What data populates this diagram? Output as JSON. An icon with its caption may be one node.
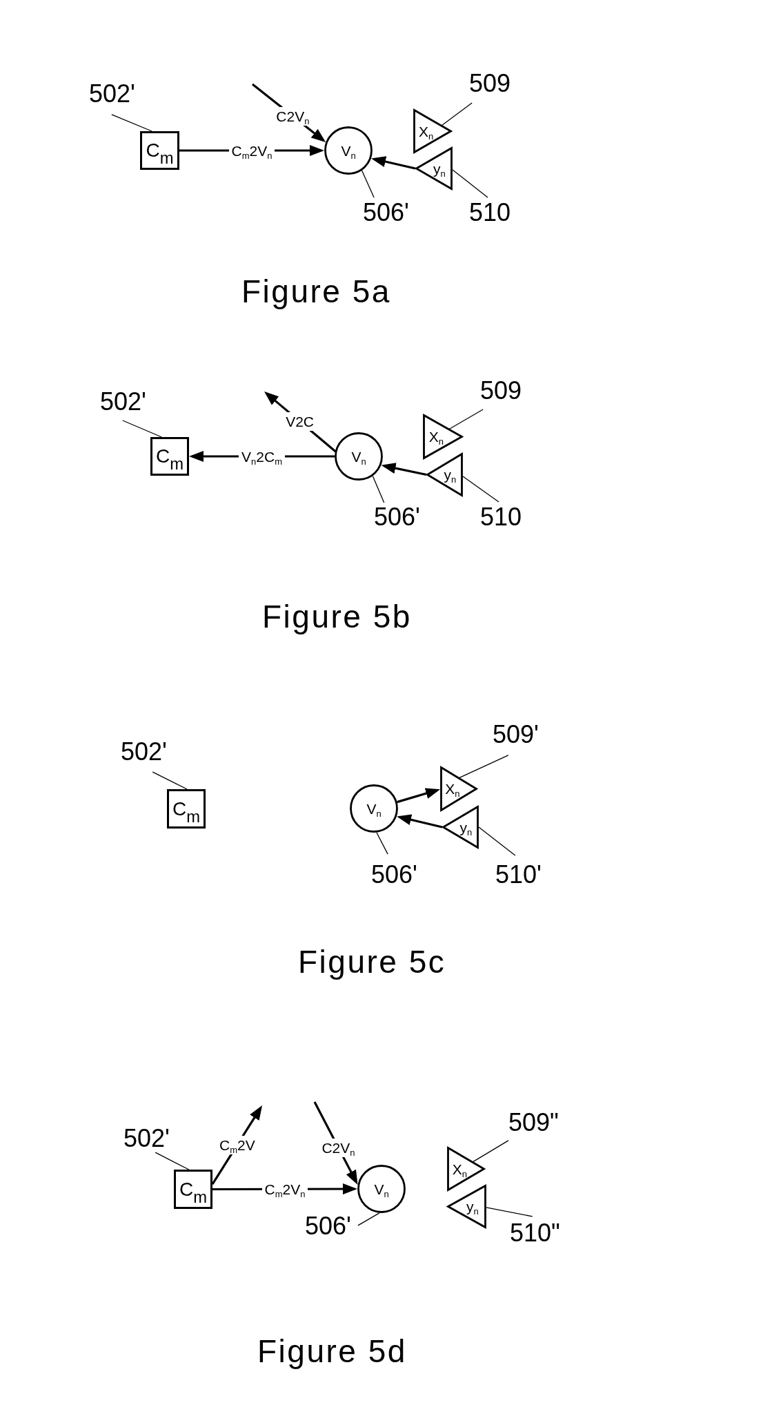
{
  "diagram": {
    "nodes": [
      {
        "text": [
          "502'"
        ]
      },
      {
        "text": [
          "C$_{m}$"
        ]
      },
      {
        "text": [
          "V$_{n}$"
        ]
      },
      {
        "text": [
          "509"
        ]
      },
      {
        "text": [
          "X$_{n}$"
        ]
      },
      {
        "text": [
          "y$_{n}$"
        ]
      },
      {
        "text": [
          "506'"
        ]
      },
      {
        "text": [
          "510"
        ]
      },
      {
        "text": [
          "502'"
        ]
      },
      {
        "text": [
          "C$_{m}$"
        ]
      },
      {
        "text": [
          "V$_{n}$"
        ]
      },
      {
        "text": [
          "509"
        ]
      },
      {
        "text": [
          "X$_{n}$"
        ]
      },
      {
        "text": [
          "y$_{n}$"
        ]
      },
      {
        "text": [
          "506'"
        ]
      },
      {
        "text": [
          "510"
        ]
      },
      {
        "text": [
          "502'"
        ]
      },
      {
        "text": [
          "C$_{m}$"
        ]
      },
      {
        "text": [
          "V$_{n}$"
        ]
      },
      {
        "text": [
          "509'"
        ]
      },
      {
        "text": [
          "X$_{n}$"
        ]
      },
      {
        "text": [
          "y$_{n}$"
        ]
      },
      {
        "text": [
          "506'"
        ]
      },
      {
        "text": [
          "510'"
        ]
      },
      {
        "text": [
          "502'"
        ]
      },
      {
        "text": [
          "C$_{m}$"
        ]
      },
      {
        "text": [
          "V$_{n}$"
        ]
      },
      {
        "text": [
          "509\""
        ]
      },
      {
        "text": [
          "X$_{n}$"
        ]
      },
      {
        "text": [
          "y$_{n}$"
        ]
      },
      {
        "text": [
          "506'"
        ]
      },
      {
        "text": [
          "510\""
        ]
      }
    ],
    "edges": [
      {
        "from": 0,
        "to": 1,
        "arrow": "none"
      },
      {
        "from": 1,
        "to": 2,
        "arrow": "to",
        "label": "C$_{m}$2V$_{n}$"
      },
      {
        "from": null,
        "to": 2,
        "arrow": "to",
        "label": "C2V$_{n}$"
      },
      {
        "from": 3,
        "to": 4,
        "arrow": "none"
      },
      {
        "from": 5,
        "to": 2,
        "arrow": "to"
      },
      {
        "from": 6,
        "to": 2,
        "arrow": "none"
      },
      {
        "from": 7,
        "to": 5,
        "arrow": "none"
      },
      {
        "from": 8,
        "to": 9,
        "arrow": "none"
      },
      {
        "from": 10,
        "to": 9,
        "arrow": "to",
        "label": "V$_{n}$2C$_{m}$"
      },
      {
        "from": 10,
        "to": null,
        "arrow": "to",
        "label": "V2C"
      },
      {
        "from": 11,
        "to": 12,
        "arrow": "none"
      },
      {
        "from": 13,
        "to": 10,
        "arrow": "to"
      },
      {
        "from": 14,
        "to": 10,
        "arrow": "none"
      },
      {
        "from": 15,
        "to": 13,
        "arrow": "none"
      },
      {
        "from": 16,
        "to": 17,
        "arrow": "none"
      },
      {
        "from": 18,
        "to": 20,
        "arrow": "to"
      },
      {
        "from": 21,
        "to": 18,
        "arrow": "to"
      },
      {
        "from": 19,
        "to": 20,
        "arrow": "none"
      },
      {
        "from": 22,
        "to": 18,
        "arrow": "none"
      },
      {
        "from": 23,
        "to": 21,
        "arrow": "none"
      },
      {
        "from": 24,
        "to": 25,
        "arrow": "none"
      },
      {
        "from": 25,
        "to": null,
        "arrow": "to",
        "label": "C$_{m}$2V"
      },
      {
        "from": 25,
        "to": 26,
        "arrow": "to",
        "label": "C$_{m}$2V$_{n}$"
      },
      {
        "from": null,
        "to": 26,
        "arrow": "to",
        "label": "C2V$_{n}$"
      },
      {
        "from": 27,
        "to": 28,
        "arrow": "none"
      },
      {
        "from": 30,
        "to": 26,
        "arrow": "none"
      },
      {
        "from": 31,
        "to": 29,
        "arrow": "none"
      }
    ],
    "labels": [
      "Figure 5a",
      "Figure 5b",
      "Figure 5c",
      "Figure 5d"
    ]
  }
}
